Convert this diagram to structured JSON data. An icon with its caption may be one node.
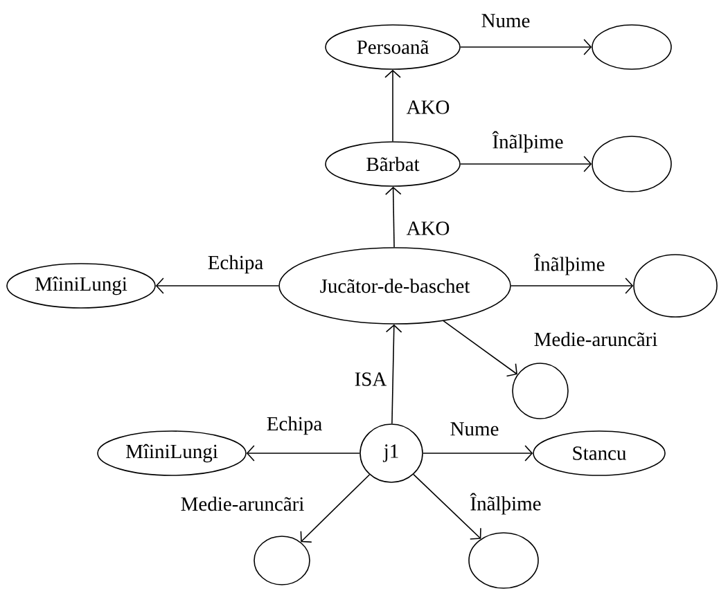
{
  "diagram": {
    "nodes": [
      {
        "text": [
          "Persoanã"
        ]
      },
      {
        "text": [],
        "shape": "circle"
      },
      {
        "text": [
          "Bãrbat"
        ]
      },
      {
        "text": [],
        "shape": "circle"
      },
      {
        "text": [
          "MîiniLungi"
        ]
      },
      {
        "text": [
          "Jucãtor-de-baschet"
        ]
      },
      {
        "text": [],
        "shape": "circle"
      },
      {
        "text": [],
        "shape": "circle"
      },
      {
        "text": [
          "MîiniLungi"
        ]
      },
      {
        "text": [
          "j1"
        ]
      },
      {
        "text": [
          "Stancu"
        ]
      },
      {
        "text": [],
        "shape": "circle"
      },
      {
        "text": [],
        "shape": "circle"
      }
    ],
    "edges": [
      {
        "from": 0,
        "to": 1,
        "arrow": "to",
        "label": "Nume"
      },
      {
        "from": 2,
        "to": 0,
        "arrow": "to",
        "label": "AKO"
      },
      {
        "from": 2,
        "to": 3,
        "arrow": "to",
        "label": "Înãlþime"
      },
      {
        "from": 5,
        "to": 2,
        "arrow": "to",
        "label": "AKO"
      },
      {
        "from": 5,
        "to": 4,
        "arrow": "to",
        "label": "Echipa"
      },
      {
        "from": 5,
        "to": 6,
        "arrow": "to",
        "label": "Înãlþime"
      },
      {
        "from": 5,
        "to": 7,
        "arrow": "to",
        "label": "Medie-aruncãri"
      },
      {
        "from": 9,
        "to": 5,
        "arrow": "to",
        "label": "ISA"
      },
      {
        "from": 9,
        "to": 8,
        "arrow": "to",
        "label": "Echipa"
      },
      {
        "from": 9,
        "to": 10,
        "arrow": "to",
        "label": "Nume"
      },
      {
        "from": 9,
        "to": 11,
        "arrow": "to",
        "label": "Medie-aruncãri"
      },
      {
        "from": 9,
        "to": 12,
        "arrow": "to",
        "label": "Înãlþime"
      }
    ]
  }
}
